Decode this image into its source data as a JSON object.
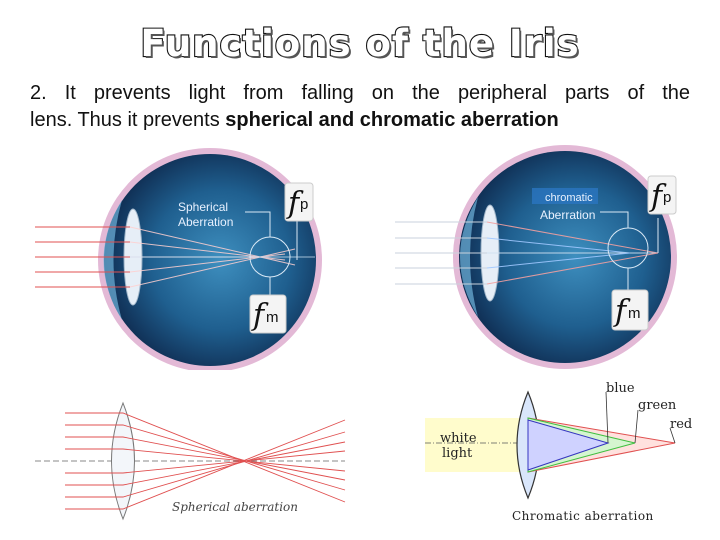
{
  "title": "Functions of the Iris",
  "body": {
    "line1": "2. It prevents light from falling on the peripheral parts of the",
    "line2_plain": "lens. Thus it prevents ",
    "line2_bold": "spherical and chromatic aberration"
  },
  "eye_left": {
    "label_line1": "Spherical",
    "label_line2": "Aberration",
    "fp_letter": "f",
    "fp_sub": "p",
    "fm_letter": "f",
    "fm_sub": "m"
  },
  "eye_right": {
    "label_line1": "chromatic",
    "label_line2": "Aberration",
    "fp_letter": "f",
    "fp_sub": "p",
    "fm_letter": "f",
    "fm_sub": "m"
  },
  "spherical_diagram": {
    "caption": "Spherical aberration"
  },
  "chromatic_diagram": {
    "label_blue": "blue",
    "label_green": "green",
    "label_red": "red",
    "label_white_1": "white",
    "label_white_2": "light",
    "caption": "Chromatic aberration"
  },
  "colors": {
    "eye_dark": "#12305a",
    "eye_mid": "#1f5f8f",
    "eye_sclera": "#d7a9c9",
    "ray_red": "#e05050",
    "light_yellow": "#fffccc"
  }
}
